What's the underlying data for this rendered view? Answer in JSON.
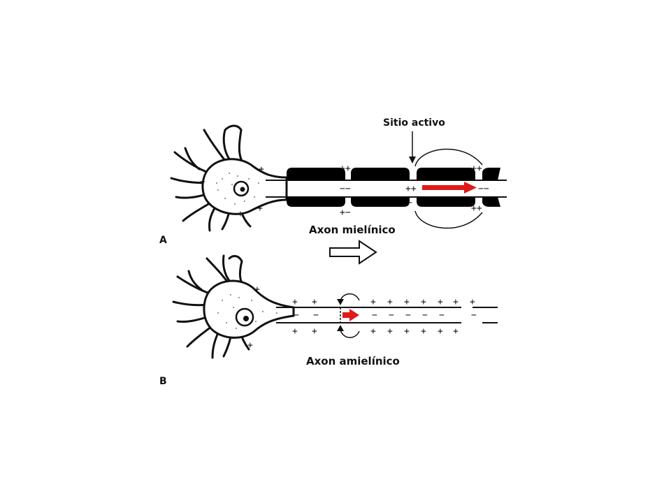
{
  "labels": {
    "active_site": "Sitio activo",
    "myelinated": "Axon mielínico",
    "unmyelinated": "Axon amielínico",
    "panel_a": "A",
    "panel_b": "B"
  },
  "signs": {
    "plus": "+",
    "minus": "−",
    "plus_pair": "++",
    "minus_pair": "−−",
    "plus_minus": "+−"
  },
  "colors": {
    "ink": "#111111",
    "myelin": "#000000",
    "signal_arrow": "#e01a1a",
    "background": "#ffffff"
  },
  "icons": {
    "direction_arrow": "hollow-right-arrow-icon",
    "signal_arrow": "red-arrow-icon"
  }
}
